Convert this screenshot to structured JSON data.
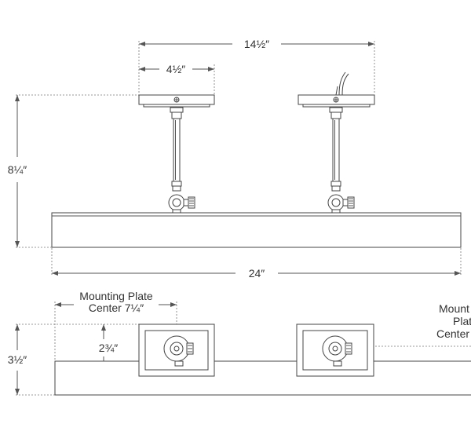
{
  "dimensions": {
    "plate_span": "14½″",
    "plate_width": "4½″",
    "overall_height": "8¼″",
    "overall_width": "24″",
    "plan_depth": "3½″",
    "plate_offset": "2¾″"
  },
  "labels": {
    "left_line1": "Mounting Plate",
    "left_line2": "Center 7¼″",
    "right_line1": "Mount",
    "right_line2": "Plat",
    "right_line3": "Center"
  },
  "colors": {
    "line": "#444444",
    "dimension": "#555555"
  }
}
